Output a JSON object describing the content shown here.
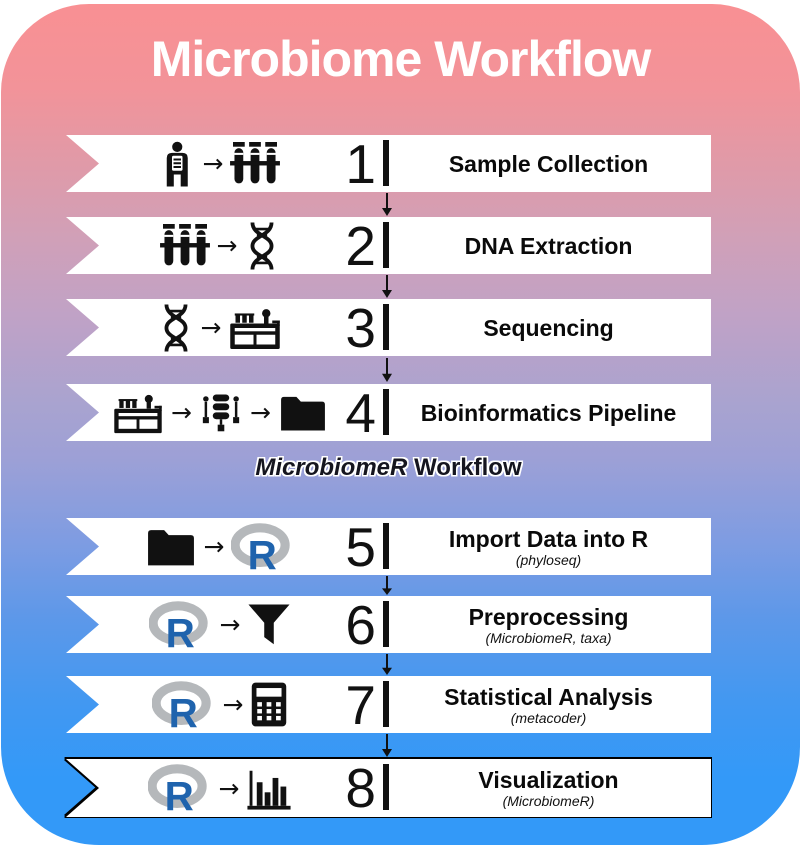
{
  "title": "Microbiome Workflow",
  "divider": {
    "italic_part": "MicrobiomeR",
    "rest_part": "Workflow"
  },
  "glyphs": {
    "arrow_right": "→",
    "r_logo_letter": "R"
  },
  "steps": [
    {
      "number": "1",
      "label": "Sample Collection",
      "icons": [
        "person-gut-icon",
        "arrow-right-icon",
        "test-tubes-icon"
      ]
    },
    {
      "number": "2",
      "label": "DNA Extraction",
      "icons": [
        "test-tubes-icon",
        "arrow-right-icon",
        "dna-icon"
      ]
    },
    {
      "number": "3",
      "label": "Sequencing",
      "icons": [
        "dna-icon",
        "arrow-right-icon",
        "sequencer-icon"
      ]
    },
    {
      "number": "4",
      "label": "Bioinformatics Pipeline",
      "icons": [
        "sequencer-icon",
        "arrow-right-icon",
        "database-network-icon",
        "arrow-right-icon",
        "folder-icon"
      ]
    },
    {
      "number": "5",
      "label": "Import Data into R",
      "sublabel": "(phyloseq)",
      "icons": [
        "folder-icon",
        "arrow-right-icon",
        "r-logo-icon"
      ]
    },
    {
      "number": "6",
      "label": "Preprocessing",
      "sublabel": "(MicrobiomeR, taxa)",
      "icons": [
        "r-logo-icon",
        "arrow-right-icon",
        "funnel-icon"
      ]
    },
    {
      "number": "7",
      "label": "Statistical Analysis",
      "sublabel": "(metacoder)",
      "icons": [
        "r-logo-icon",
        "arrow-right-icon",
        "calculator-icon"
      ]
    },
    {
      "number": "8",
      "label": "Visualization",
      "sublabel": "(MicrobiomeR)",
      "icons": [
        "r-logo-icon",
        "arrow-right-icon",
        "bar-chart-icon"
      ]
    }
  ],
  "colors": {
    "gradient_top": "#f99093",
    "gradient_mid": "#9da0d6",
    "gradient_bottom": "#3399f8",
    "banner_bg": "#ffffff",
    "text": "#111111",
    "title_text": "#ffffff",
    "r_logo_blue": "#1f63ad",
    "r_logo_ring": "#b5b8bb",
    "final_step_outline": "#000000"
  }
}
